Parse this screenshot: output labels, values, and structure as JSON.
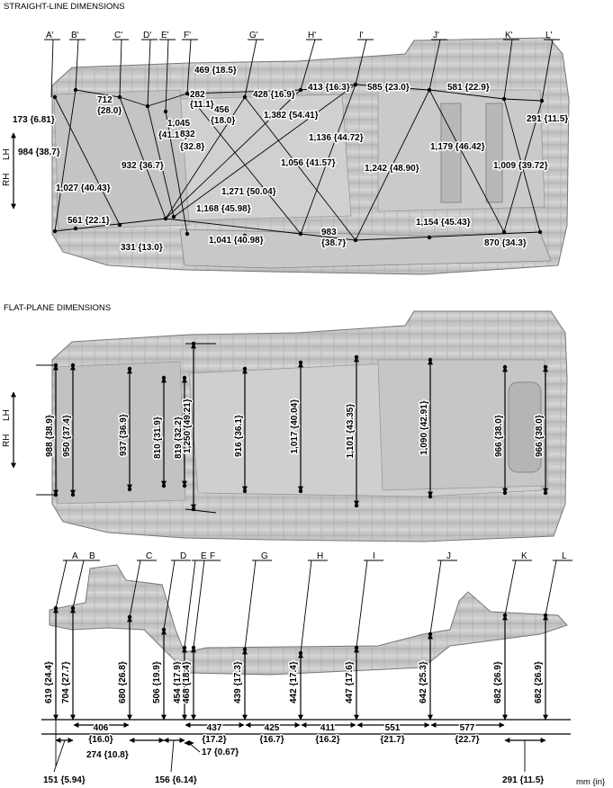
{
  "sections": {
    "straight_title": "STRAIGHT-LINE DIMENSIONS",
    "flat_title": "FLAT-PLANE DIMENSIONS",
    "unit": "mm {in}"
  },
  "orientation": {
    "lh": "LH",
    "rh": "RH"
  },
  "straight_points": [
    "A'",
    "B'",
    "C'",
    "D'",
    "E'",
    "F'",
    "G'",
    "H'",
    "I'",
    "J'",
    "K'",
    "L'"
  ],
  "straight_dims": [
    "469 {18.5}",
    "282",
    "{11.1}",
    "428 {16.9}",
    "413 {16.3}",
    "585 {23.0}",
    "581 {22.9}",
    "712",
    "{28.0}",
    "173 {6.81}",
    "1,045",
    "{41.14}",
    "832",
    "{32.8}",
    "456",
    "{18.0}",
    "1,382 {54.41}",
    "291 {11.5}",
    "1,136 {44.72}",
    "1,179 {46.42}",
    "984 {38.7}",
    "932 {36.7}",
    "1,056 {41.57}",
    "1,242 {48.90}",
    "1,009 {39.72}",
    "1,027 {40.43}",
    "1,271 {50.04}",
    "1,168 {45.98}",
    "1,154 {45.43}",
    "561 {22.1}",
    "983",
    "{38.7}",
    "331 {13.0}",
    "1,041 {40.98}",
    "870 {34.3}"
  ],
  "flat_dims": [
    "988 {38.9}",
    "950 {37.4}",
    "937 {36.9}",
    "810 {31.9}",
    "819 {32.2}",
    "1,250 {49.21}",
    "916 {36.1}",
    "1,017 {40.04}",
    "1,101 {43.35}",
    "1,090 {42.91}",
    "966 {38.0}",
    "966 {38.0}"
  ],
  "side_points": [
    "A",
    "B",
    "C",
    "D",
    "E",
    "F",
    "G",
    "H",
    "I",
    "J",
    "K",
    "L"
  ],
  "heights": [
    "619 {24.4}",
    "704 {27.7}",
    "680 {26.8}",
    "506 {19.9}",
    "454 {17.9}",
    "468 {18.4}",
    "439 {17.3}",
    "442 {17.4}",
    "447 {17.6}",
    "642 {25.3}",
    "682 {26.9}",
    "682 {26.9}"
  ],
  "bottom_dims": [
    "406",
    "{16.0}",
    "437",
    "{17.2}",
    "425",
    "{16.7}",
    "411",
    "{16.2}",
    "551",
    "{21.7}",
    "577",
    "{22.7}",
    "274 {10.8}",
    "17 {0.67}",
    "151 {5.94}",
    "156 {6.14}",
    "291 {11.5}"
  ]
}
